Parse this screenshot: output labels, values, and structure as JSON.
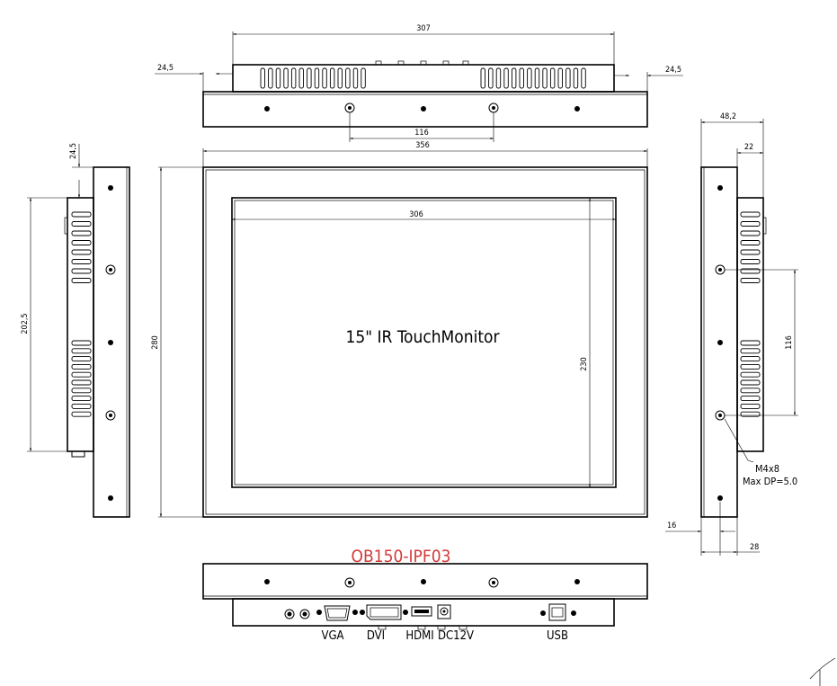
{
  "title": "15\" IR TouchMonitor",
  "model": "OB150-IPF03",
  "colors": {
    "line": "#000000",
    "model_text": "#d23a3a",
    "background": "#ffffff"
  },
  "dimensions": {
    "top_width": "307",
    "top_left_offset": "24,5",
    "top_right_offset": "24,5",
    "mount_spacing_top": "116",
    "frame_width": "356",
    "frame_height": "280",
    "screen_width": "306",
    "screen_height": "230",
    "left_offset": "24,5",
    "left_height": "202,5",
    "right_depth": "48,2",
    "right_top": "22",
    "right_spacing": "116",
    "bottom_left": "16",
    "bottom_right": "28"
  },
  "screw_note": {
    "line1": "M4x8",
    "line2": "Max DP=5.0"
  },
  "ports": {
    "vga": "VGA",
    "dvi": "DVI",
    "hdmi": "HDMI",
    "dc": "DC12V",
    "usb": "USB"
  }
}
